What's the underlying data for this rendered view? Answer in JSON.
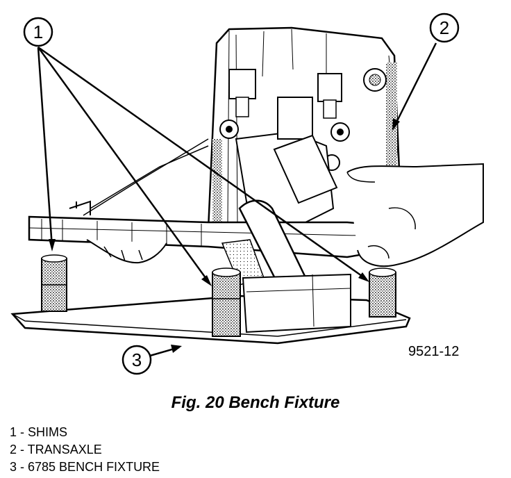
{
  "figure": {
    "callouts": [
      {
        "number": "1"
      },
      {
        "number": "2"
      },
      {
        "number": "3"
      }
    ],
    "figure_id": "9521-12",
    "caption": "Fig. 20 Bench Fixture"
  },
  "legend": [
    {
      "number": "1",
      "text": " - SHIMS"
    },
    {
      "number": "2",
      "text": " - TRANSAXLE"
    },
    {
      "number": "3",
      "text": " - 6785 BENCH FIXTURE"
    }
  ]
}
